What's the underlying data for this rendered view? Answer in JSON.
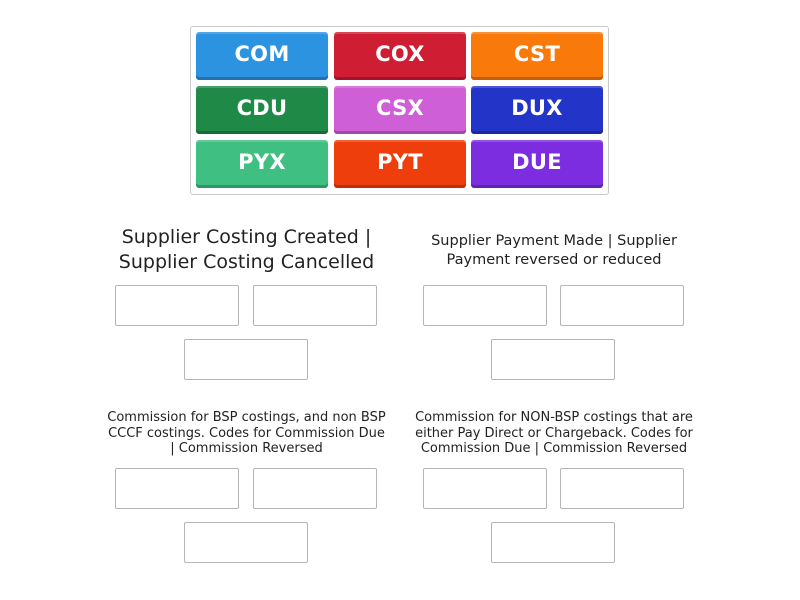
{
  "tiles": [
    {
      "label": "COM",
      "color": "#2b93e0"
    },
    {
      "label": "COX",
      "color": "#cf1d33"
    },
    {
      "label": "CST",
      "color": "#f97a0a"
    },
    {
      "label": "CDU",
      "color": "#1f8a48"
    },
    {
      "label": "CSX",
      "color": "#cf5fd6"
    },
    {
      "label": "DUX",
      "color": "#2335c8"
    },
    {
      "label": "PYX",
      "color": "#3fbf82"
    },
    {
      "label": "PYT",
      "color": "#ee3e0c"
    },
    {
      "label": "DUE",
      "color": "#7d2de0"
    }
  ],
  "groups": [
    {
      "heading": "Supplier Costing Created | Supplier Costing Cancelled",
      "slots": 3
    },
    {
      "heading": "Supplier Payment Made | Supplier Payment reversed or reduced",
      "slots": 3
    },
    {
      "heading": "Commission for BSP costings, and non BSP CCCF costings. Codes for Commission Due | Commission Reversed",
      "slots": 3
    },
    {
      "heading": "Commission for NON-BSP costings that are either Pay Direct or Chargeback. Codes for Commission Due | Commission Reversed",
      "slots": 3
    }
  ]
}
